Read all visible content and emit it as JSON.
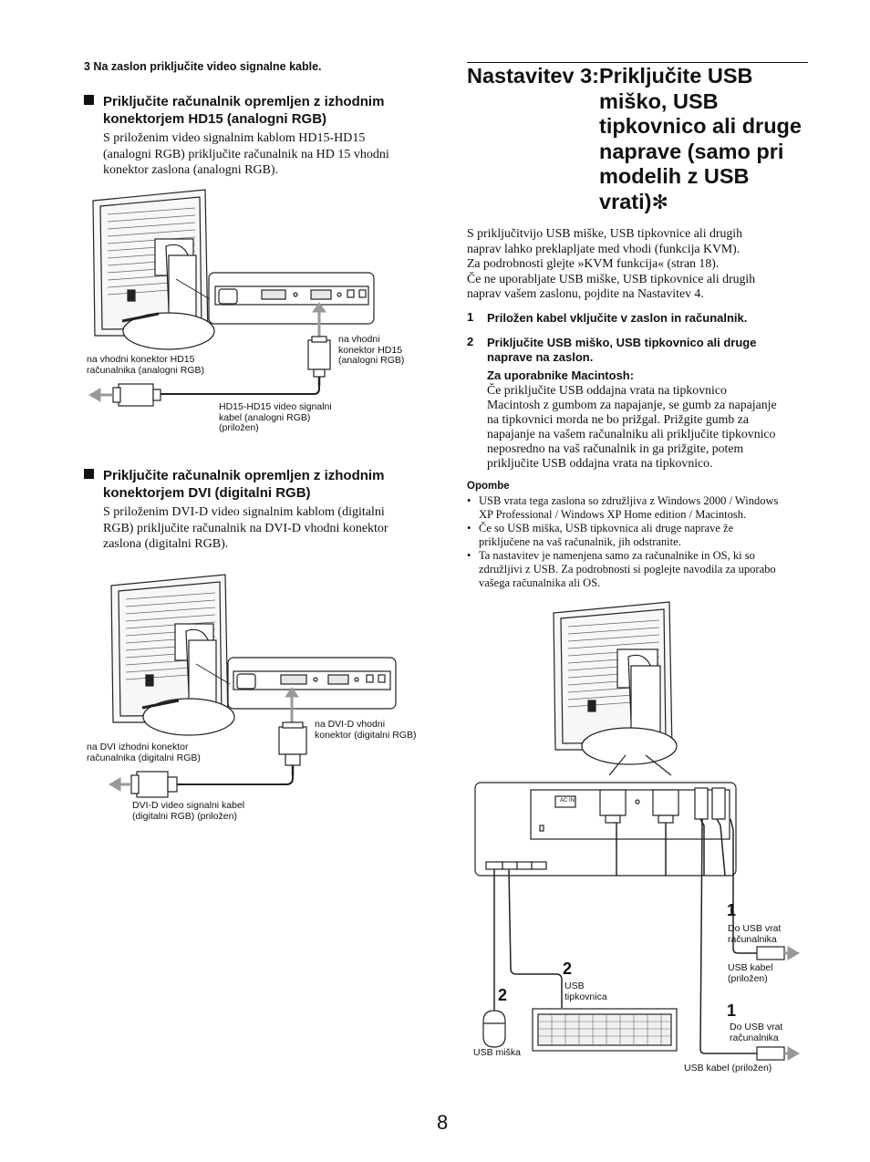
{
  "left": {
    "step3": "3  Na zaslon priključite video signalne kable.",
    "sec1": {
      "heading_line1": "Priključite računalnik opremljen z izhodnim",
      "heading_line2": "konektorjem HD15 (analogni RGB)",
      "body_lines": [
        "S priloženim video signalnim kablom HD15-HD15",
        "(analogni RGB) priključite računalnik na HD 15 vhodni",
        "konektor zaslona (analogni RGB)."
      ],
      "fig": {
        "label_in_1": "na vhodni",
        "label_in_2": "konektor HD15",
        "label_in_3": "(analogni RGB)",
        "label_pc_1": "na vhodni konektor HD15",
        "label_pc_2": "računalnika (analogni RGB)",
        "label_cable_1": "HD15-HD15 video signalni",
        "label_cable_2": "kabel (analogni RGB)",
        "label_cable_3": "(priložen)"
      }
    },
    "sec2": {
      "heading_line1": "Priključite računalnik opremljen z izhodnim",
      "heading_line2": "konektorjem DVI (digitalni RGB)",
      "body_lines": [
        "S priloženim DVI-D video signalnim kablom (digitalni",
        "RGB) priključite računalnik na DVI-D vhodni konektor",
        "zaslona (digitalni RGB)."
      ],
      "fig": {
        "label_in_1": "na DVI-D vhodni",
        "label_in_2": "konektor (digitalni RGB)",
        "label_pc_1": "na DVI izhodni konektor",
        "label_pc_2": "računalnika (digitalni RGB)",
        "label_cable_1": "DVI-D video signalni kabel",
        "label_cable_2": "(digitalni RGB) (priložen)"
      }
    }
  },
  "right": {
    "title_prefix": "Nastavitev 3:",
    "title_lines": [
      "Priključite USB",
      "miško, USB",
      "tipkovnico ali druge",
      "naprave (samo pri",
      "modelih z USB",
      "vrati)"
    ],
    "title_symbol": "✻",
    "intro_lines": [
      "S priključitvijo USB miške, USB tipkovnice ali drugih",
      "naprav lahko preklapljate med vhodi (funkcija KVM).",
      "Za podrobnosti glejte »KVM funkcija« (stran 18).",
      "Če ne uporabljate USB miške, USB tipkovnice ali drugih",
      "naprav vašem zaslonu, pojdite na Nastavitev 4."
    ],
    "steps": [
      {
        "num": "1",
        "text_lines": [
          "Priložen kabel vključite v zaslon in računalnik."
        ]
      },
      {
        "num": "2",
        "text_lines": [
          "Priključite USB miško, USB tipkovnico ali druge",
          "naprave na zaslon."
        ]
      }
    ],
    "mac_head": "Za uporabnike Macintosh:",
    "mac_lines": [
      "Če priključite USB oddajna vrata na tipkovnico",
      "Macintosh z gumbom za napajanje, se gumb za napajanje",
      "na tipkovnici morda ne bo prižgal. Prižgite gumb za",
      "napajanje na vašem računalniku ali priključite tipkovnico",
      "neposredno na vaš računalnik in ga prižgite, potem",
      "priključite USB oddajna vrata na tipkovnico."
    ],
    "notes_head": "Opombe",
    "notes": [
      [
        "USB vrata tega zaslona so združljiva z Windows 2000 / Windows",
        "XP Professional / Windows XP Home edition / Macintosh."
      ],
      [
        "Če so USB miška, USB tipkovnica ali druge naprave že",
        "priključene na vaš računalnik, jih odstranite."
      ],
      [
        "Ta nastavitev je namenjena samo za računalnike in OS, ki so",
        "združljivi z USB. Za podrobnosti si poglejte navodila za uporabo",
        "vašega računalnika ali OS."
      ]
    ],
    "fig": {
      "ac_in": "AC IN",
      "n1a": "1",
      "usb_pc_1a": "Do USB vrat",
      "usb_pc_1b": "računalnika",
      "usb_cable_a1": "USB kabel",
      "usb_cable_a2": "(priložen)",
      "n2a": "2",
      "keyboard_1": "USB",
      "keyboard_2": "tipkovnica",
      "n2b": "2",
      "mouse": "USB miška",
      "n1b": "1",
      "usb_pc_2a": "Do USB vrat",
      "usb_pc_2b": "računalnika",
      "usb_cable_b": "USB kabel (priložen)"
    }
  },
  "page_number": "8"
}
